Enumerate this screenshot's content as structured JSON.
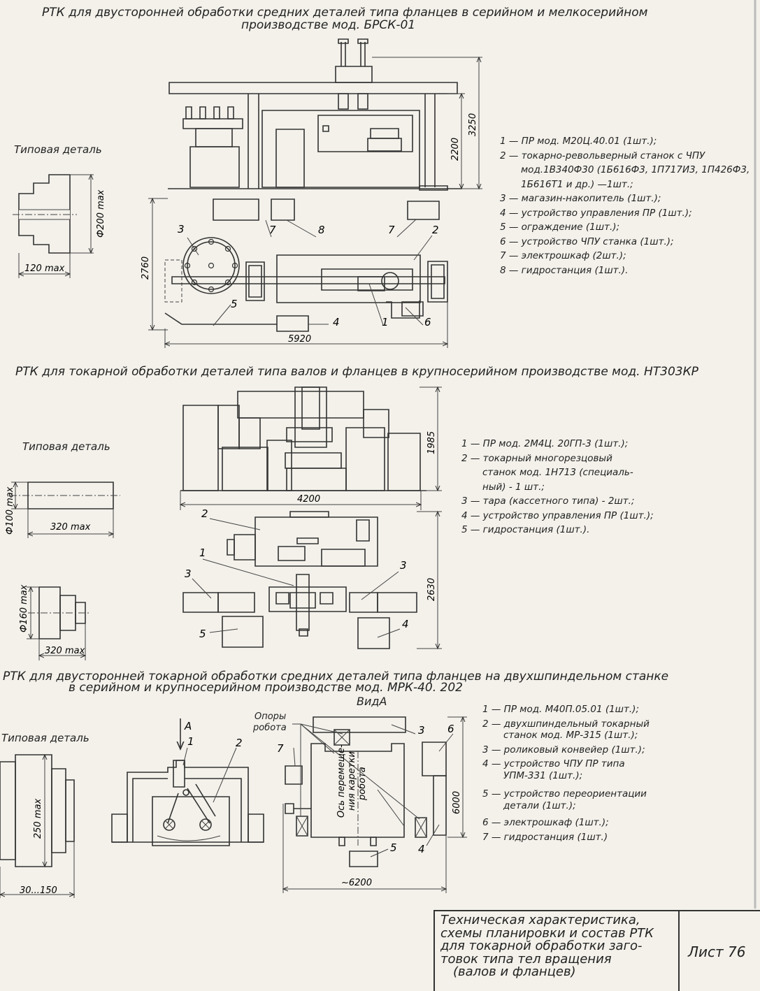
{
  "section1": {
    "title_line1": "РТК для двусторонней обработки средних деталей типа фланцев в серийном и мелкосерийном",
    "title_line2": "производстве    мод. БРСК-01",
    "part_label": "Типовая деталь",
    "part_dims": {
      "diameter": "Ф200 max",
      "length": "120 max"
    },
    "dims": {
      "height_total": "3250",
      "height_frame": "2200",
      "depth": "2760",
      "width": "5920"
    },
    "callouts": [
      "1",
      "2",
      "3",
      "4",
      "5",
      "6",
      "7",
      "7",
      "8"
    ],
    "legend": [
      "1 — ПР мод. М20Ц.40.01 (1шт.);",
      "2 — токарно-револьверный станок с ЧПУ",
      "мод.1В340Ф30 (1Б616Ф3, 1П717И3, 1П426Ф3,",
      "1Б616Т1 и др.) —1шт.;",
      "3 — магазин-накопитель (1шт.);",
      "4 — устройство управления ПР (1шт.);",
      "5 — ограждение (1шт.);",
      "6 — устройство ЧПУ станка (1шт.);",
      "7 — электрошкаф (2шт.);",
      "8 — гидростанция (1шт.)."
    ]
  },
  "section2": {
    "title": "РТК для токарной обработки деталей типа валов и фланцев в крупносерийном производстве мод. НТ303КР",
    "part_label": "Типовая деталь",
    "part_dims": {
      "d1": "Ф100 max",
      "l1": "320 max",
      "d2": "Ф160 max",
      "l2": "320 max"
    },
    "dims": {
      "height": "1985",
      "width": "4200",
      "depth": "2630"
    },
    "callouts": [
      "1",
      "2",
      "3",
      "3",
      "4",
      "5"
    ],
    "legend": [
      "1 — ПР мод. 2М4Ц. 20ГП-3 (1шт.);",
      "2 — токарный многорезцовый",
      "станок мод. 1Н713 (специаль-",
      "ный) - 1 шт.;",
      "3 — тара (кассетного типа) - 2шт.;",
      "4 — устройство управления ПР (1шт.);",
      "5 — гидростанция (1шт.)."
    ]
  },
  "section3": {
    "title_line1": "РТК для двусторонней токарной обработки средних деталей типа фланцев на двухшпиндельном станке",
    "title_line2": "в серийном и крупносерийном производстве    мод. МРК-40. 202",
    "view_label": "ВидА",
    "arrow_label": "А",
    "supports_label_1": "Опоры",
    "supports_label_2": "робота",
    "axis_label_1": "Ось перемеще-",
    "axis_label_2": "ния каретки",
    "axis_label_3": "робота",
    "part_label": "Типовая деталь",
    "part_dims": {
      "diameter": "250 max",
      "length": "30...150"
    },
    "dims": {
      "depth": "6000",
      "width": "~6200"
    },
    "callouts": [
      "1",
      "2",
      "3",
      "4",
      "5",
      "6",
      "7"
    ],
    "legend": [
      "1 — ПР мод. М40П.05.01 (1шт.);",
      "2 — двухшпиндельный токарный",
      "станок мод. МР-315 (1шт.);",
      "3 — роликовый конвейер (1шт.);",
      "4 — устройство ЧПУ ПР типа",
      "УПМ-331 (1шт.);",
      "5 — устройство переориентации",
      "детали (1шт.);",
      "6 — электрошкаф (1шт.);",
      "7 — гидростанция (1шт.)"
    ]
  },
  "title_block": {
    "lines": [
      "Техническая характеристика,",
      "схемы планировки и состав РТК",
      "для токарной обработки заго-",
      "товок типа тел вращения",
      "(валов и фланцев)"
    ],
    "sheet": "Лист 76"
  }
}
